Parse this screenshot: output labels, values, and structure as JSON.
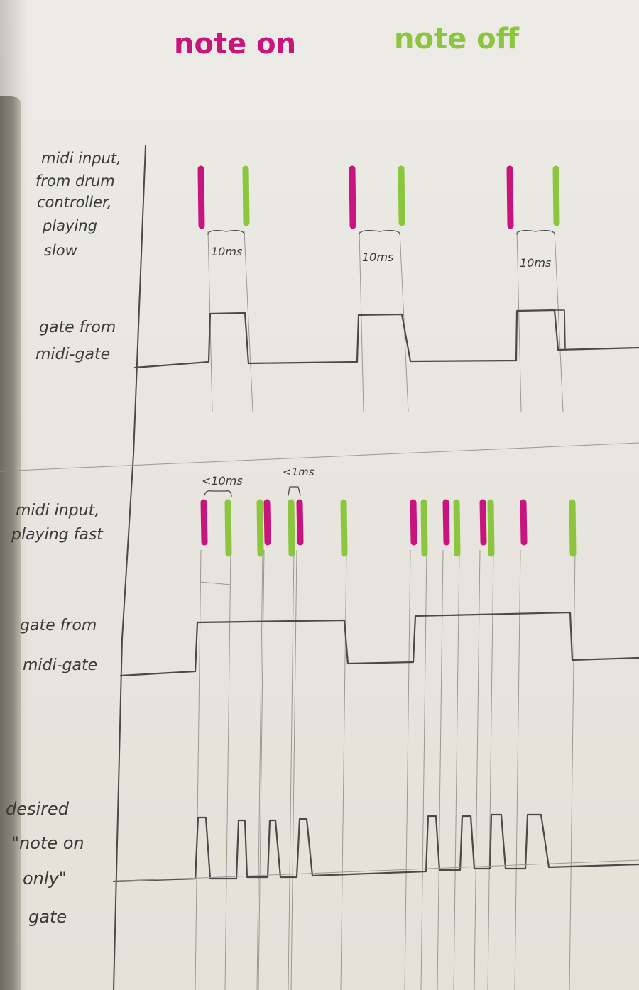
{
  "legend": {
    "note_on": {
      "label": "note on",
      "color": "#c8157e"
    },
    "note_off": {
      "label": "note off",
      "color": "#8cc63f"
    }
  },
  "section_slow": {
    "midi_label": [
      "midi input,",
      "from drum",
      "controller,",
      "playing",
      "slow"
    ],
    "gate_label": [
      "gate from",
      "midi-gate"
    ],
    "interval_label": "10ms",
    "events": [
      {
        "on": 283,
        "off": 346
      },
      {
        "on": 496,
        "off": 565
      },
      {
        "on": 718,
        "off": 783
      }
    ]
  },
  "section_fast": {
    "midi_label": [
      "midi input,",
      "playing fast"
    ],
    "gate_label": [
      "gate from",
      "midi-gate"
    ],
    "interval_small": "<10ms",
    "interval_tiny": "<1ms",
    "notes_on": [
      287,
      376,
      422,
      582,
      628,
      680,
      737
    ],
    "notes_off": [
      321,
      366,
      410,
      484,
      597,
      643,
      691,
      806
    ],
    "desired_label": [
      "desired",
      "\"note on",
      "only\"",
      "gate"
    ]
  }
}
